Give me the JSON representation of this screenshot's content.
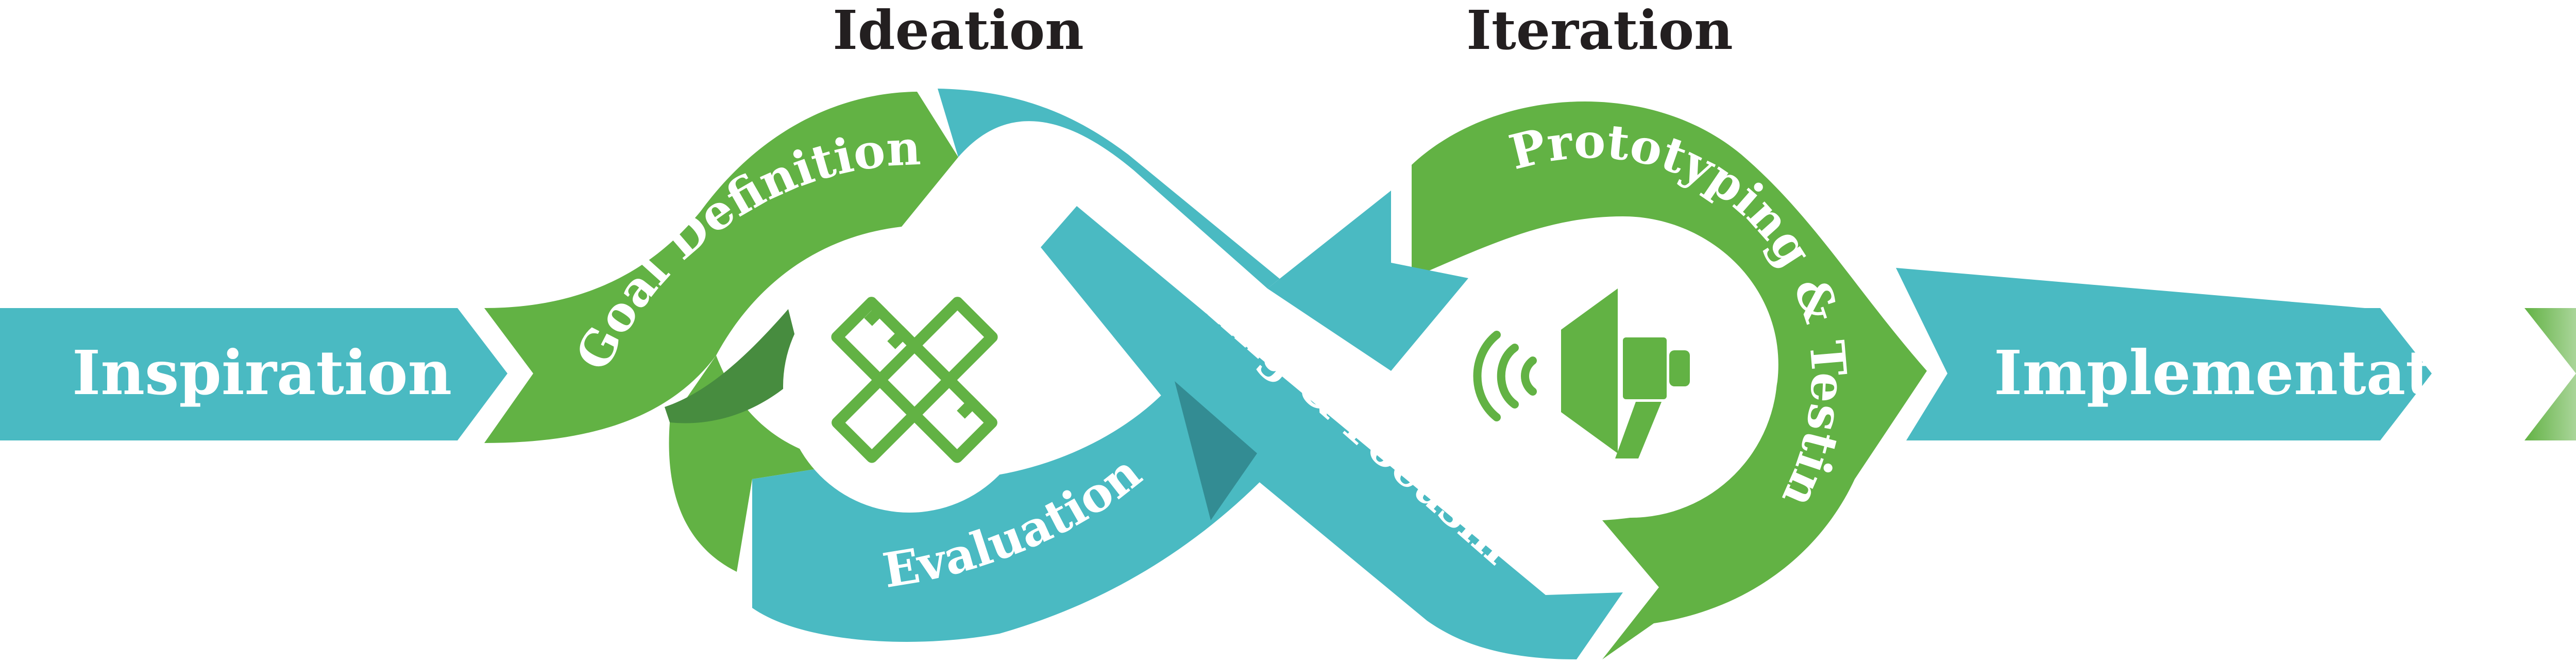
{
  "colors": {
    "teal": "#4ABAC2",
    "teal_dark": "#338C93",
    "green": "#62B244",
    "green_dark": "#478C3F",
    "heading": "#231F20",
    "white": "#FFFFFF"
  },
  "headings": {
    "ideation": "Ideation",
    "iteration": "Iteration"
  },
  "stages": {
    "inspiration": "Inspiration",
    "goal_definition": "Goal Definition",
    "stretching_focusing": "Stretching & Focusing",
    "evaluation": "Evaluation",
    "prototyping_testing": "Prototyping & Testing",
    "implementation": "Implementation"
  },
  "icons": {
    "left_circle": "ruler-pencil-icon",
    "right_circle": "megaphone-icon"
  }
}
